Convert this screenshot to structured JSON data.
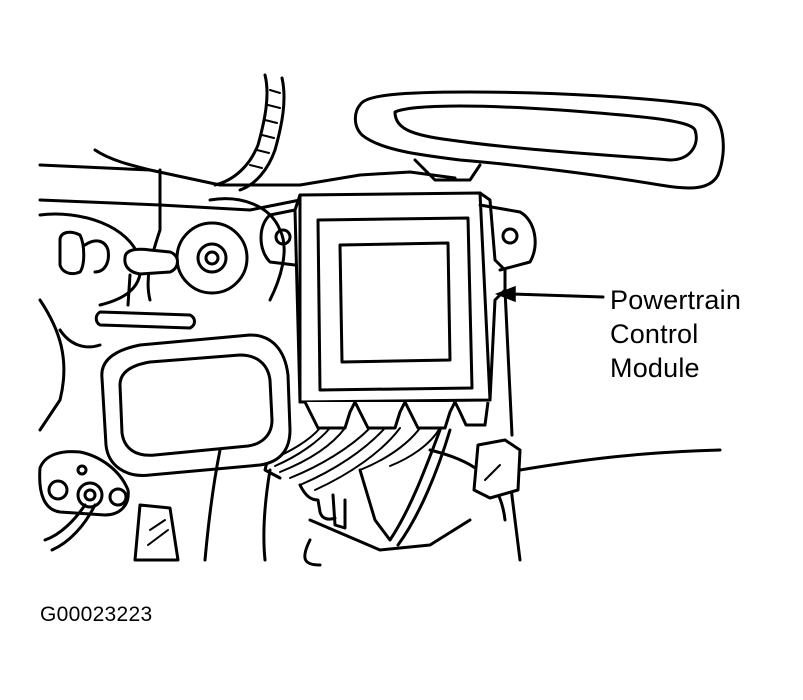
{
  "callout": {
    "lines": [
      "Powertrain",
      "Control",
      "Module"
    ]
  },
  "figure_id": "G00023223",
  "colors": {
    "line": "#000000",
    "background": "#ffffff"
  }
}
